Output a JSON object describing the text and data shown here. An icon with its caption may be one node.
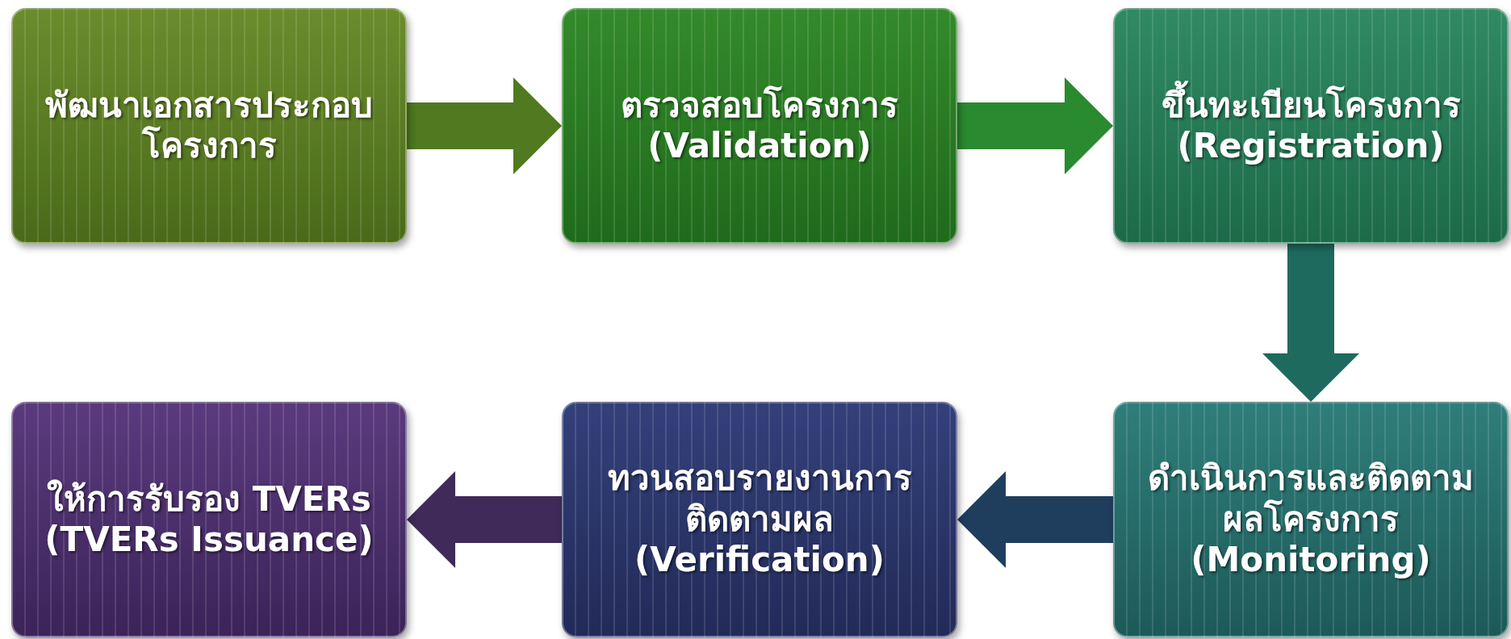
{
  "diagram": {
    "nodes": [
      {
        "text": [
          "พัฒนาเอกสารประกอบโครงการ"
        ]
      },
      {
        "text": [
          "ตรวจสอบโครงการ (Validation)"
        ]
      },
      {
        "text": [
          "ขึ้นทะเบียนโครงการ (Registration)"
        ]
      },
      {
        "text": [
          "ดำเนินการและติดตามผลโครงการ (Monitoring)"
        ]
      },
      {
        "text": [
          "ทวนสอบรายงานการติดตามผล (Verification)"
        ]
      },
      {
        "text": [
          "ให้การรับรอง TVERs (TVERs Issuance)"
        ]
      }
    ],
    "edges": [
      {
        "from": 0,
        "to": 1,
        "arrow": "to",
        "color": "#4f7a1f"
      },
      {
        "from": 1,
        "to": 2,
        "arrow": "to",
        "color": "#2a8a2f"
      },
      {
        "from": 2,
        "to": 3,
        "arrow": "to",
        "color": "#1f6a5e"
      },
      {
        "from": 3,
        "to": 4,
        "arrow": "to",
        "color": "#1f3e5e"
      },
      {
        "from": 4,
        "to": 5,
        "arrow": "to",
        "color": "#3f2a5a"
      }
    ]
  }
}
